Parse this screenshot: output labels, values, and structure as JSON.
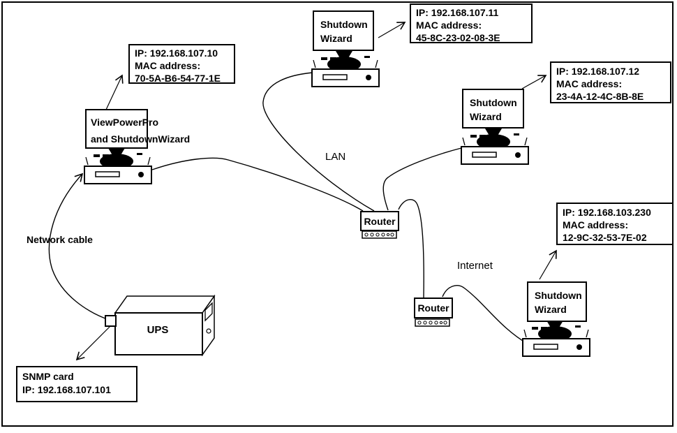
{
  "nodes": {
    "viewpower_pc": {
      "line1": "ViewPowerPro",
      "line2": "and ShutdownWizard"
    },
    "shutdown_pc_top": {
      "line1": "Shutdown",
      "line2": "Wizard"
    },
    "shutdown_pc_right": {
      "line1": "Shutdown",
      "line2": "Wizard"
    },
    "shutdown_pc_bottom": {
      "line1": "Shutdown",
      "line2": "Wizard"
    },
    "router_lan": {
      "label": "Router"
    },
    "router_internet": {
      "label": "Router"
    },
    "ups": {
      "label": "UPS"
    }
  },
  "info_boxes": {
    "viewpower": {
      "ip": "IP: 192.168.107.10",
      "mac_label": "MAC address:",
      "mac": "70-5A-B6-54-77-1E"
    },
    "shutdown_top": {
      "ip": "IP: 192.168.107.11",
      "mac_label": "MAC address:",
      "mac": "45-8C-23-02-08-3E"
    },
    "shutdown_right": {
      "ip": "IP: 192.168.107.12",
      "mac_label": "MAC address:",
      "mac": "23-4A-12-4C-8B-8E"
    },
    "shutdown_bottom": {
      "ip": "IP: 192.168.103.230",
      "mac_label": "MAC address:",
      "mac": "12-9C-32-53-7E-02"
    },
    "snmp_card": {
      "title": "SNMP card",
      "ip": "IP: 192.168.107.101"
    }
  },
  "connection_labels": {
    "lan": "LAN",
    "internet": "Internet",
    "network_cable": "Network cable"
  },
  "colors": {
    "line": "#000000",
    "background": "#ffffff",
    "text": "#000000"
  }
}
